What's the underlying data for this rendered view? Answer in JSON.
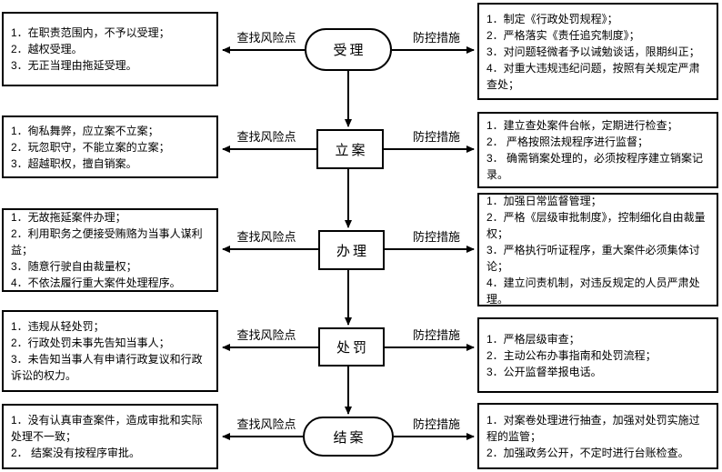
{
  "stages": [
    {
      "label": "受理",
      "shape": "stadium",
      "risk_label": "查找风险点",
      "measure_label": "防控措施",
      "risks": [
        "1．在职责范围内，不予以受理；",
        "2．越权受理。",
        "3．无正当理由拖延受理。"
      ],
      "measures": [
        "1．制定《行政处罚规程》；",
        "2．严格落实《责任追究制度》；",
        "3．对问题轻微者予以诫勉谈话，限期纠正；",
        "4．对重大违规违纪问题，按照有关规定严肃查处；"
      ]
    },
    {
      "label": "立案",
      "shape": "rect",
      "risk_label": "查找风险点",
      "measure_label": "防控措施",
      "risks": [
        "1．徇私舞弊，应立案不立案；",
        "2．玩忽职守，不能立案的立案；",
        "3．超越职权，擅自销案。"
      ],
      "measures": [
        "1．建立查处案件台帐，定期进行检查；",
        "2． 严格按照法规程序进行监督；",
        "3． 确需销案处理的，必须按程序建立销案记录。"
      ]
    },
    {
      "label": "办理",
      "shape": "rect",
      "risk_label": "查找风险点",
      "measure_label": "防控措施",
      "risks": [
        "1．无故拖延案件办理；",
        "2．利用职务之便接受贿赂为当事人谋利益；",
        "3．随意行驶自由裁量权；",
        "4．不依法履行重大案件处理程序。"
      ],
      "measures": [
        "1．加强日常监督管理；",
        "2．严格《层级审批制度》，控制细化自由裁量权；",
        "3．严格执行听证程序，重大案件必须集体讨论；",
        "4．建立问责机制，对违反规定的人员严肃处理。"
      ]
    },
    {
      "label": "处罚",
      "shape": "rect",
      "risk_label": "查找风险点",
      "measure_label": "防控措施",
      "risks": [
        "1．违规从轻处罚；",
        "2．行政处罚未事先告知当事人；",
        "3．未告知当事人有申请行政复议和行政诉讼的权力。"
      ],
      "measures": [
        "1．严格层级审查；",
        "2．主动公布办事指南和处罚流程；",
        "3．公开监督举报电话。"
      ]
    },
    {
      "label": "结案",
      "shape": "stadium",
      "risk_label": "查找风险点",
      "measure_label": "防控措施",
      "risks": [
        "1．没有认真审查案件，造成审批和实际处理不一致；",
        "2． 结案没有按程序审批。"
      ],
      "measures": [
        "1．对案卷处理进行抽查，加强对处罚实施过程的监管；",
        "2．加强政务公开，不定时进行台账检查。"
      ]
    }
  ]
}
